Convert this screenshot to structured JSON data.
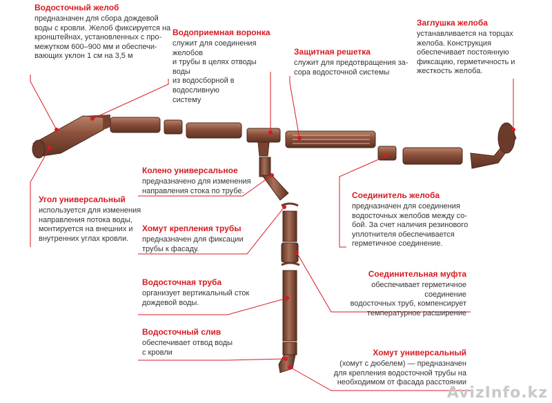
{
  "accent_color": "#d71921",
  "pipe_color": "#8a4f3a",
  "labels": {
    "gutter": {
      "title": "Водосточный желоб",
      "desc": "предназначен для сбора дождевой\nводы с кровли. Желоб фиксируется на\nкронштейнах, установленных с про-\nмежутком 600–900 мм и обеспечи-\nвающих уклон 1 см на 3,5 м"
    },
    "funnel": {
      "title": "Водоприемная воронка",
      "desc": "служит для соединения желобов\nи трубы в целях отводы воды\nиз водосборной в водосливную\nсистему"
    },
    "guard": {
      "title": "Защитная решетка",
      "desc": "служит для предотвращения за-\nсора водосточной системы"
    },
    "endcap": {
      "title": "Заглушка желоба",
      "desc": "устанавливается на торцах\nжелоба. Конструкция\nобеспечивает постоянную\nфиксацию, герметичность и\nжесткость желоба."
    },
    "corner": {
      "title": "Угол универсальный",
      "desc": "используется для изменения\nнаправления потока воды,\nмонтируется на внешних и\nвнутренних углах кровли."
    },
    "elbow": {
      "title": "Колено универсальное",
      "desc": "предназначено для изменения\nнаправления стока по трубе."
    },
    "connector": {
      "title": "Соединитель желоба",
      "desc": "предназначен для соединения\nводосточных желобов между со-\nбой. За счет наличия резинового\nуплотнителя обеспечивается\nгерметичное соединение."
    },
    "clamp": {
      "title": "Хомут крепления трубы",
      "desc": "предназначен для фиксации\nтрубы к фасаду."
    },
    "coupling": {
      "title": "Соединительная муфта",
      "desc": "обеспечивает герметичное соединение\nводосточных труб, компенсирует\nтемпературное расширение"
    },
    "pipe": {
      "title": "Водосточная труба",
      "desc": "организует вертикальный сток\nдождевой воды."
    },
    "outlet": {
      "title": "Водосточный слив",
      "desc": "обеспечивает отвод воды\nс кровли"
    },
    "universal_clamp": {
      "title": "Хомут универсальный",
      "desc": "(хомут с дюбелем) — предназначен\nдля крепления водосточной трубы на\nнеобходимом от фасада расстоянии"
    }
  },
  "watermark": "AvizInfo.kz"
}
